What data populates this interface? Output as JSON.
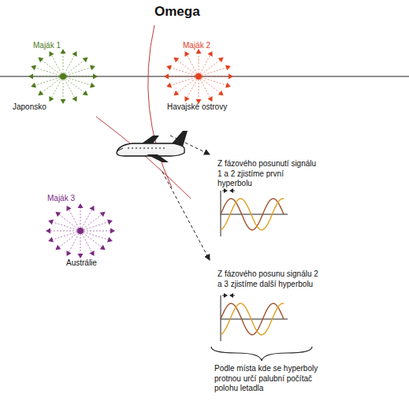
{
  "diagram": {
    "title": "Omega",
    "labels": [
      "Maják 1",
      "Japonsko",
      "Maják 2",
      "Havajské ostrovy",
      "Maják 3",
      "Austrálie",
      "Z fázového posunutí signálu 1 a 2 zjistíme první hyperbolu",
      "Z fázového posunu signálu 2 a 3 zjistíme další hyperbolu",
      "Podle místa kde se hyperboly protnou určí palubní počítač polohu letadla"
    ]
  }
}
